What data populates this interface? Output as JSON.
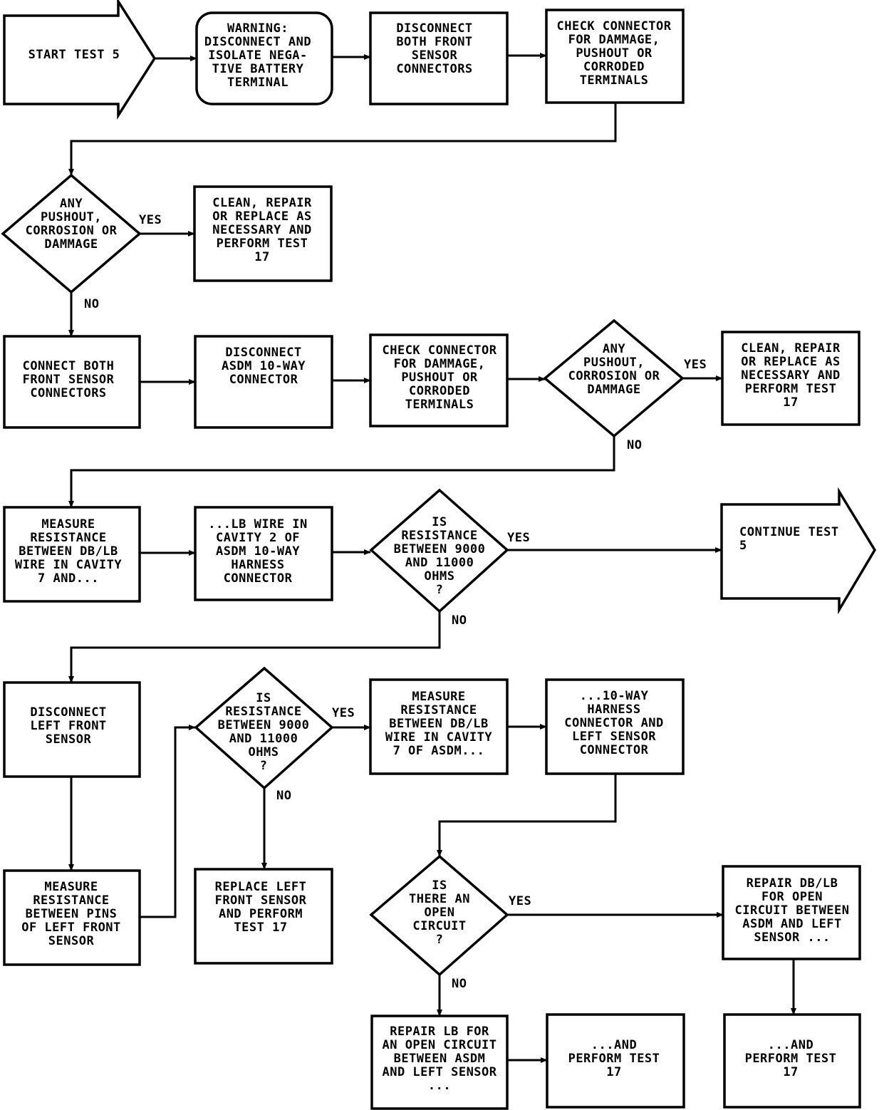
{
  "nodes": {
    "start": {
      "lines": [
        "START TEST 5"
      ]
    },
    "warning": {
      "lines": [
        "WARNING:",
        "DISCONNECT AND",
        "ISOLATE NEGA-",
        "TIVE BATTERY",
        "TERMINAL"
      ]
    },
    "disc_front": {
      "lines": [
        "DISCONNECT",
        "BOTH FRONT",
        "SENSOR",
        "CONNECTORS"
      ]
    },
    "check1": {
      "lines": [
        "CHECK CONNECTOR",
        "FOR DAMMAGE,",
        "PUSHOUT OR",
        "CORRODED",
        "TERMINALS"
      ]
    },
    "dec1": {
      "lines": [
        "ANY",
        "PUSHOUT,",
        "CORROSION OR",
        "DAMMAGE"
      ]
    },
    "clean1": {
      "lines": [
        "CLEAN, REPAIR",
        "OR REPLACE AS",
        "NECESSARY AND",
        "PERFORM TEST",
        "17"
      ]
    },
    "connect": {
      "lines": [
        "CONNECT BOTH",
        "FRONT SENSOR",
        "CONNECTORS"
      ]
    },
    "disc_asdm": {
      "lines": [
        "DISCONNECT",
        "ASDM 10-WAY",
        "CONNECTOR"
      ]
    },
    "check2": {
      "lines": [
        "CHECK CONNECTOR",
        "FOR DAMMAGE,",
        "PUSHOUT OR",
        "CORRODED",
        "TERMINALS"
      ]
    },
    "dec2": {
      "lines": [
        "ANY",
        "PUSHOUT,",
        "CORROSION OR",
        "DAMMAGE"
      ]
    },
    "clean2": {
      "lines": [
        "CLEAN, REPAIR",
        "OR REPLACE AS",
        "NECESSARY AND",
        "PERFORM TEST",
        "17"
      ]
    },
    "measure1": {
      "lines": [
        "MEASURE",
        "RESISTANCE",
        "BETWEEN DB/LB",
        "WIRE IN CAVITY",
        "7 AND..."
      ]
    },
    "lbwire": {
      "lines": [
        "...LB WIRE IN",
        "CAVITY 2 OF",
        "ASDM 10-WAY",
        "HARNESS",
        "CONNECTOR"
      ]
    },
    "dec3": {
      "lines": [
        "IS",
        "RESISTANCE",
        "BETWEEN 9000",
        "AND 11000",
        "OHMS",
        "?"
      ]
    },
    "continue": {
      "lines": [
        "CONTINUE TEST",
        "5"
      ]
    },
    "disc_left": {
      "lines": [
        "DISCONNECT",
        "LEFT FRONT",
        "SENSOR"
      ]
    },
    "dec4": {
      "lines": [
        "IS",
        "RESISTANCE",
        "BETWEEN 9000",
        "AND 11000",
        "OHMS",
        "?"
      ]
    },
    "measure2": {
      "lines": [
        "MEASURE",
        "RESISTANCE",
        "BETWEEN DB/LB",
        "WIRE IN CAVITY",
        "7 OF ASDM..."
      ]
    },
    "harness": {
      "lines": [
        "...10-WAY",
        "HARNESS",
        "CONNECTOR AND",
        "LEFT SENSOR",
        "CONNECTOR"
      ]
    },
    "measure3": {
      "lines": [
        "MEASURE",
        "RESISTANCE",
        "BETWEEN PINS",
        "OF LEFT FRONT",
        "SENSOR"
      ]
    },
    "replace": {
      "lines": [
        "REPLACE LEFT",
        "FRONT SENSOR",
        "AND PERFORM",
        "TEST 17"
      ]
    },
    "dec5": {
      "lines": [
        "IS",
        "THERE AN",
        "OPEN",
        "CIRCUIT",
        "?"
      ]
    },
    "repair_db": {
      "lines": [
        "REPAIR DB/LB",
        "FOR OPEN",
        "CIRCUIT BETWEEN",
        "ASDM AND LEFT",
        "SENSOR ..."
      ]
    },
    "repair_lb": {
      "lines": [
        "REPAIR LB FOR",
        "AN OPEN CIRCUIT",
        "BETWEEN ASDM",
        "AND LEFT SENSOR",
        "..."
      ]
    },
    "perform1": {
      "lines": [
        "...AND",
        "PERFORM TEST",
        "17"
      ]
    },
    "perform2": {
      "lines": [
        "...AND",
        "PERFORM TEST",
        "17"
      ]
    }
  },
  "labels": {
    "yes1": "YES",
    "no1": "NO",
    "yes2": "YES",
    "no2": "NO",
    "yes3": "YES",
    "no3": "NO",
    "yes4": "YES",
    "no4": "NO",
    "yes5": "YES",
    "no5": "NO"
  }
}
